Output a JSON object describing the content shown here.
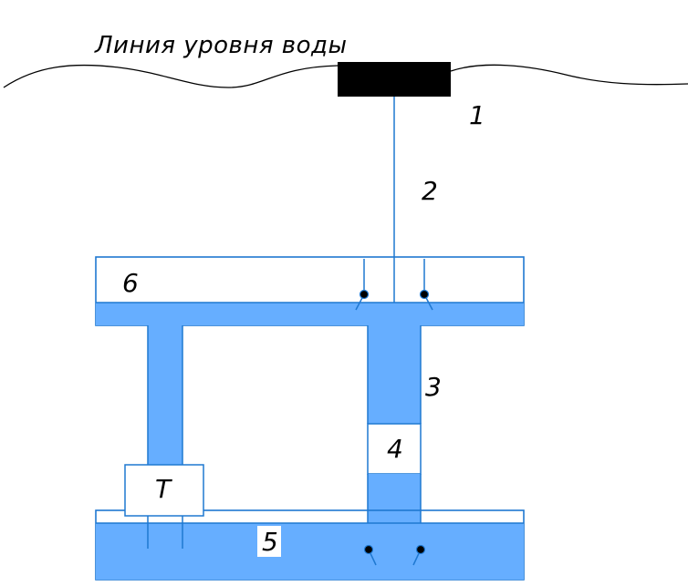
{
  "diagram": {
    "water_line_label": "Линия уровня воды",
    "labels": {
      "n1": "1",
      "n2": "2",
      "n3": "3",
      "n4": "4",
      "n5": "5",
      "n6": "6",
      "T": "T"
    },
    "colors": {
      "water": "#66aeff",
      "outline": "#1f78d1",
      "float": "#000000"
    }
  }
}
